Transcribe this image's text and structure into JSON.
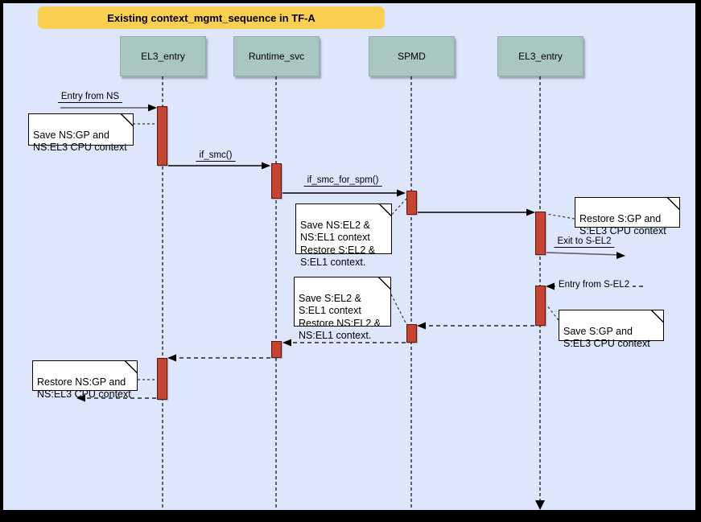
{
  "diagram": {
    "title": "Existing context_mgmt_sequence in TF-A",
    "participants": [
      {
        "label": "EL3_entry"
      },
      {
        "label": "Runtime_svc"
      },
      {
        "label": "SPMD"
      },
      {
        "label": "EL3_entry"
      }
    ],
    "messages": {
      "entry_from_ns": "Entry from NS",
      "if_smc": "if_smc()",
      "if_smc_for_spm": "if_smc_for_spm()",
      "exit_to_s_el2": "Exit to S-EL2",
      "entry_from_s_el2": "Entry from S-EL2"
    },
    "notes": {
      "save_ns_gp": "Save NS:GP and\nNS:EL3 CPU context",
      "save_ns_el2": "Save NS:EL2 &\nNS:EL1 context\nRestore S:EL2 &\nS:EL1 context.",
      "restore_s_gp": "Restore S:GP and\nS:EL3 CPU context",
      "save_s_el2": "Save S:EL2 &\nS:EL1 context\nRestore NS:EL2 &\nNS:EL1 context.",
      "save_s_gp": "Save S:GP and\nS:EL3 CPU context",
      "restore_ns_gp": "Restore NS:GP and\nNS:EL3 CPU context"
    },
    "colors": {
      "canvas_bg": "#dde6fb",
      "frame_border": "#000000",
      "title_bg": "#fbd051",
      "participant_bg": "#a9c6c1",
      "activation_fill": "#c64532",
      "activation_border": "#5e130b",
      "note_bg": "#ffffff",
      "line_color": "#333333"
    }
  }
}
